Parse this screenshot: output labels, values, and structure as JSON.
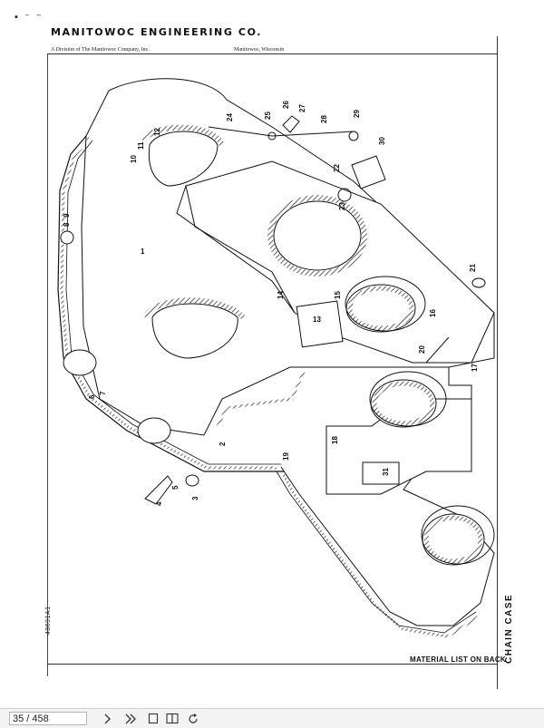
{
  "document": {
    "header_mark": "▪ ⁻ ⁻",
    "company": "MANITOWOC ENGINEERING CO.",
    "division": "A Division of The Manitowoc Company, Inc.",
    "location": "Manitowoc, Wisconsin",
    "part_number": "48691A1",
    "material_note": "MATERIAL LIST ON BACK",
    "title": "CHAIN CASE",
    "callouts": [
      "1",
      "2",
      "3",
      "4",
      "5",
      "6",
      "7",
      "8",
      "9",
      "10",
      "11",
      "12",
      "13",
      "14",
      "15",
      "16",
      "17",
      "18",
      "19",
      "20",
      "21",
      "22",
      "23",
      "24",
      "25",
      "26",
      "27",
      "28",
      "29",
      "30",
      "31"
    ]
  },
  "viewer": {
    "page_indicator": "35 / 458",
    "icons": [
      "next-page-icon",
      "last-page-icon",
      "single-page-icon",
      "two-page-icon",
      "rotate-icon"
    ]
  }
}
